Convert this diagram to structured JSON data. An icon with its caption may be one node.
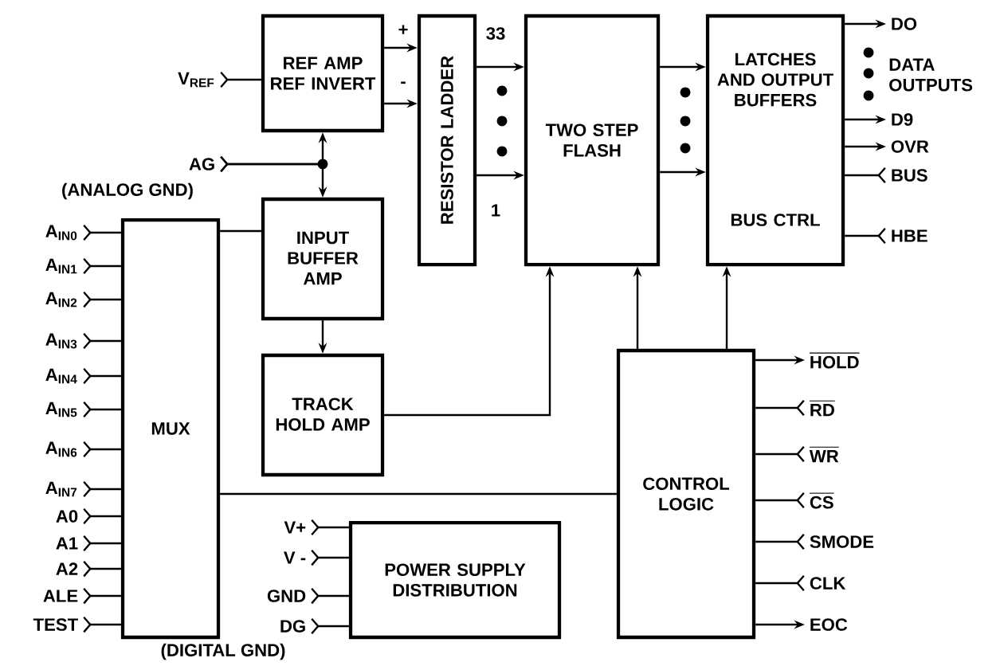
{
  "diagram": {
    "nodes": [
      {
        "text": [
          "REF AMP REF INVERT"
        ]
      },
      {
        "text": [
          "RESISTOR LADDER"
        ]
      },
      {
        "text": [
          "TWO STEP FLASH"
        ]
      },
      {
        "text": [
          "LATCHES AND OUTPUT BUFFERS",
          "BUS CTRL"
        ]
      },
      {
        "text": [
          "INPUT BUFFER AMP"
        ]
      },
      {
        "text": [
          "TRACK HOLD AMP"
        ]
      },
      {
        "text": [
          "MUX"
        ]
      },
      {
        "text": [
          "CONTROL LOGIC"
        ]
      },
      {
        "text": [
          "POWER SUPPLY DISTRIBUTION"
        ]
      },
      {
        "text": [
          "V$_{REF}$"
        ]
      },
      {
        "text": [
          "AG"
        ],
        "beside": [
          "(ANALOG GND)"
        ]
      },
      {
        "text": [
          "A$_{IN0}$"
        ]
      },
      {
        "text": [
          "A$_{IN1}$"
        ]
      },
      {
        "text": [
          "A$_{IN2}$"
        ]
      },
      {
        "text": [
          "A$_{IN3}$"
        ]
      },
      {
        "text": [
          "A$_{IN4}$"
        ]
      },
      {
        "text": [
          "A$_{IN5}$"
        ]
      },
      {
        "text": [
          "A$_{IN6}$"
        ]
      },
      {
        "text": [
          "A$_{IN7}$"
        ]
      },
      {
        "text": [
          "A0"
        ]
      },
      {
        "text": [
          "A1"
        ]
      },
      {
        "text": [
          "A2"
        ]
      },
      {
        "text": [
          "ALE"
        ]
      },
      {
        "text": [
          "TEST"
        ]
      },
      {
        "text": [
          "V+"
        ]
      },
      {
        "text": [
          "V -"
        ]
      },
      {
        "text": [
          "GND"
        ]
      },
      {
        "text": [
          "DG"
        ],
        "beside": [
          "(DIGITAL GND)"
        ]
      },
      {
        "text": [
          "DO"
        ]
      },
      {
        "text": [
          "D9"
        ]
      },
      {
        "text": [
          "OVR"
        ]
      },
      {
        "text": [
          "BUS"
        ]
      },
      {
        "text": [
          "HBE"
        ]
      },
      {
        "text": [
          "HOLD"
        ]
      },
      {
        "text": [
          "RD"
        ]
      },
      {
        "text": [
          "WR"
        ]
      },
      {
        "text": [
          "CS"
        ]
      },
      {
        "text": [
          "SMODE"
        ]
      },
      {
        "text": [
          "CLK"
        ]
      },
      {
        "text": [
          "EOC"
        ]
      }
    ],
    "edges": [
      {
        "from": 9,
        "to": 0,
        "arrow": "other"
      },
      {
        "from": 0,
        "to": 1,
        "arrow": "to",
        "label": "+"
      },
      {
        "from": 0,
        "to": 1,
        "arrow": "to",
        "label": "-"
      },
      {
        "from": 10,
        "to": 0,
        "arrow": "to"
      },
      {
        "from": 10,
        "to": 4,
        "arrow": "to"
      },
      {
        "from": 1,
        "to": 2,
        "arrow": "to",
        "label": "33"
      },
      {
        "from": 1,
        "to": 2,
        "arrow": "to",
        "label": "1"
      },
      {
        "from": 2,
        "to": 3,
        "arrow": "to"
      },
      {
        "from": 2,
        "to": 3,
        "arrow": "to"
      },
      {
        "from": 6,
        "to": 4,
        "arrow": "none"
      },
      {
        "from": 4,
        "to": 5,
        "arrow": "to"
      },
      {
        "from": 5,
        "to": 2,
        "arrow": "to"
      },
      {
        "from": 6,
        "to": 7,
        "arrow": "none"
      },
      {
        "from": 7,
        "to": 2,
        "arrow": "to"
      },
      {
        "from": 7,
        "to": 3,
        "arrow": "to"
      },
      {
        "from": 11,
        "to": 6,
        "arrow": "other"
      },
      {
        "from": 12,
        "to": 6,
        "arrow": "other"
      },
      {
        "from": 13,
        "to": 6,
        "arrow": "other"
      },
      {
        "from": 14,
        "to": 6,
        "arrow": "other"
      },
      {
        "from": 15,
        "to": 6,
        "arrow": "other"
      },
      {
        "from": 16,
        "to": 6,
        "arrow": "other"
      },
      {
        "from": 17,
        "to": 6,
        "arrow": "other"
      },
      {
        "from": 18,
        "to": 6,
        "arrow": "other"
      },
      {
        "from": 19,
        "to": 6,
        "arrow": "other"
      },
      {
        "from": 20,
        "to": 6,
        "arrow": "other"
      },
      {
        "from": 21,
        "to": 6,
        "arrow": "other"
      },
      {
        "from": 22,
        "to": 6,
        "arrow": "other"
      },
      {
        "from": 23,
        "to": 6,
        "arrow": "other"
      },
      {
        "from": 24,
        "to": 8,
        "arrow": "other"
      },
      {
        "from": 25,
        "to": 8,
        "arrow": "other"
      },
      {
        "from": 26,
        "to": 8,
        "arrow": "other"
      },
      {
        "from": 27,
        "to": 8,
        "arrow": "other"
      },
      {
        "from": 3,
        "to": 28,
        "arrow": "to"
      },
      {
        "from": 3,
        "to": 29,
        "arrow": "to"
      },
      {
        "from": 3,
        "to": 30,
        "arrow": "to"
      },
      {
        "from": 31,
        "to": 3,
        "arrow": "other"
      },
      {
        "from": 32,
        "to": 3,
        "arrow": "other"
      },
      {
        "from": 7,
        "to": 33,
        "arrow": "to"
      },
      {
        "from": 34,
        "to": 7,
        "arrow": "other"
      },
      {
        "from": 35,
        "to": 7,
        "arrow": "other"
      },
      {
        "from": 36,
        "to": 7,
        "arrow": "other"
      },
      {
        "from": 37,
        "to": 7,
        "arrow": "other"
      },
      {
        "from": 38,
        "to": 7,
        "arrow": "other"
      },
      {
        "from": 7,
        "to": 39,
        "arrow": "to"
      }
    ],
    "labels": [
      "DATA OUTPUTS"
    ]
  }
}
